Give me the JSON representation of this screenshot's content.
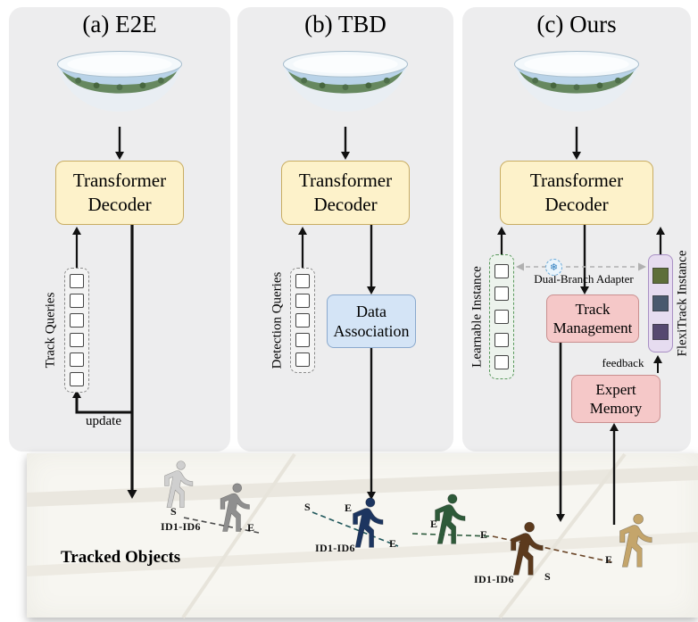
{
  "panels": {
    "a": {
      "title": "(a) E2E",
      "decoder_label": "Transformer Decoder",
      "queries_label": "Track Queries",
      "update_label": "update"
    },
    "b": {
      "title": "(b) TBD",
      "decoder_label": "Transformer Decoder",
      "queries_label": "Detection Queries",
      "data_association_label": "Data Association"
    },
    "c": {
      "title": "(c) Ours",
      "decoder_label": "Transformer Decoder",
      "learnable_label": "Learnable Instance",
      "flexitrack_label": "FlexiTrack Instance",
      "adapter_label": "Dual-Branch Adapter",
      "frozen_icon": "❄",
      "track_management_label": "Track Management",
      "expert_memory_label": "Expert Memory",
      "feedback_label": "feedback",
      "flexitrack_colors": [
        "#5e6e3a",
        "#49596e",
        "#564870"
      ]
    }
  },
  "bottom": {
    "title": "Tracked Objects",
    "id_labels": [
      "ID1-ID6",
      "ID1-ID6",
      "ID1-ID6"
    ],
    "marks": {
      "s1": "S",
      "e1": "E",
      "s2": "S",
      "e2": "E",
      "e3": "E",
      "e4": "E",
      "e5": "E",
      "s3": "S",
      "e6": "E"
    },
    "people_colors": [
      "#cfcfcf",
      "#8f8f8f",
      "#1c3560",
      "#2e5a39",
      "#5c3a1d",
      "#c4a56b"
    ]
  },
  "colors": {
    "panel_bg": "#ededee",
    "decoder_bg": "#fdf2ca",
    "decoder_border": "#c9ad62",
    "data_association_bg": "#d4e4f6",
    "management_bg": "#f5c8c8",
    "learnable_border": "#59995c",
    "flexitrack_bg": "#e6dcf0",
    "arrow": "#111111"
  }
}
